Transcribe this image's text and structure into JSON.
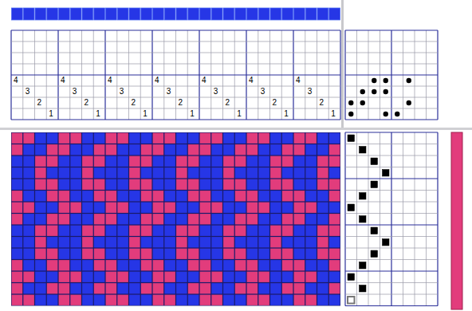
{
  "diagram": {
    "labels": [
      "4",
      "4",
      "4",
      "4",
      "4",
      "4",
      "4",
      "3",
      "3",
      "3",
      "3",
      "3",
      "3",
      "3",
      "2",
      "2",
      "2",
      "2",
      "2",
      "2",
      "2",
      "1",
      "1",
      "1",
      "1",
      "1",
      "1",
      "1"
    ]
  }
}
